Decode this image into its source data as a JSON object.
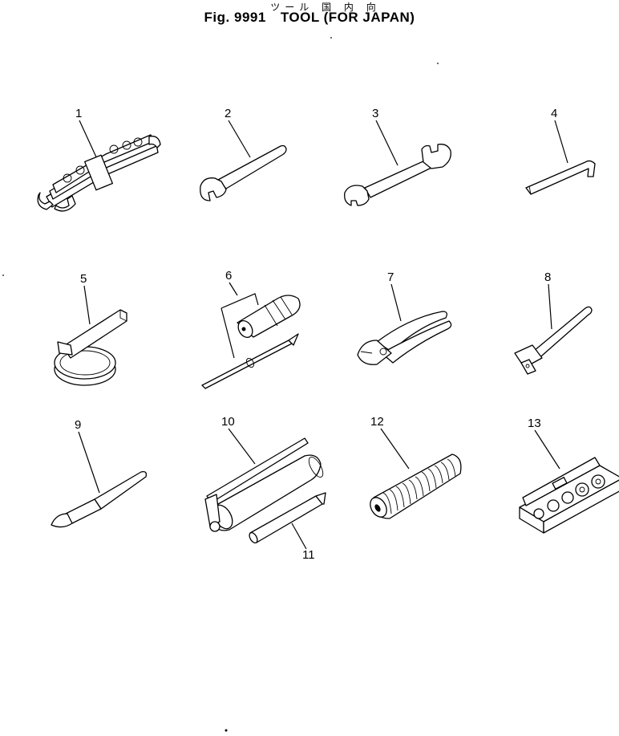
{
  "header": {
    "japanese_title": "ツール 国 内 向",
    "fig_label": "Fig. 9991",
    "title": "TOOL (FOR JAPAN)"
  },
  "parts": [
    {
      "number": "1",
      "icon": "wrench-set-icon"
    },
    {
      "number": "2",
      "icon": "open-end-wrench-icon"
    },
    {
      "number": "3",
      "icon": "double-open-end-wrench-icon"
    },
    {
      "number": "4",
      "icon": "hex-key-icon"
    },
    {
      "number": "5",
      "icon": "filter-wrench-icon"
    },
    {
      "number": "6",
      "icon": "screwdriver-icon"
    },
    {
      "number": "7",
      "icon": "pliers-icon"
    },
    {
      "number": "8",
      "icon": "socket-wrench-icon"
    },
    {
      "number": "9",
      "icon": "scraper-icon"
    },
    {
      "number": "10",
      "icon": "grease-gun-icon"
    },
    {
      "number": "11",
      "icon": "nozzle-extension-icon"
    },
    {
      "number": "12",
      "icon": "hose-icon"
    },
    {
      "number": "13",
      "icon": "socket-set-case-icon"
    }
  ]
}
